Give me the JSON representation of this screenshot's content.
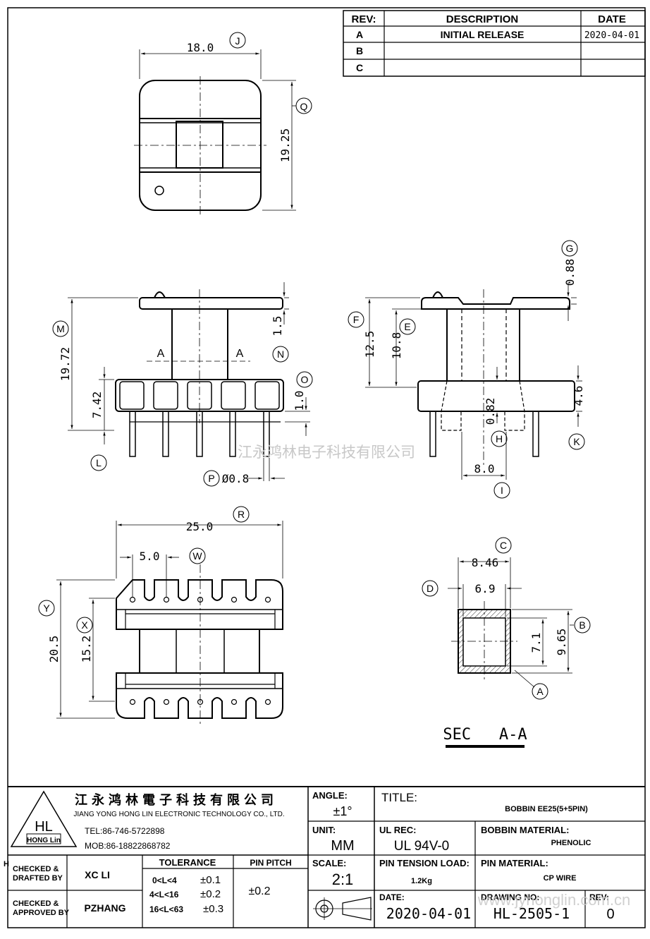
{
  "revision_table": {
    "headers": {
      "rev": "REV:",
      "description": "DESCRIPTION",
      "date": "DATE"
    },
    "rows": [
      {
        "rev": "A",
        "description": "INITIAL  RELEASE",
        "date": "2020-04-01"
      },
      {
        "rev": "B",
        "description": "",
        "date": ""
      },
      {
        "rev": "C",
        "description": "",
        "date": ""
      }
    ]
  },
  "dimensions": {
    "top_view": {
      "width": "18.0",
      "width_tag": "J",
      "height": "19.25",
      "height_tag": "Q"
    },
    "front_view": {
      "total_height": "19.72",
      "total_height_tag": "M",
      "flange_gap": "1.5",
      "flange_gap_tag": "N",
      "base_height": "7.42",
      "base_height_tag": "L",
      "pin_offset": "1.0",
      "pin_offset_tag": "O",
      "pin_dia": "Ø0.8",
      "pin_dia_tag": "P",
      "section_mark": "A"
    },
    "side_view": {
      "flange_thk": "0.88",
      "flange_thk_tag": "G",
      "overall": "12.5",
      "overall_tag": "F",
      "winding": "10.8",
      "winding_tag": "E",
      "wall": "0.82",
      "wall_tag": "H",
      "base": "4.6",
      "base_tag": "K",
      "width": "8.0",
      "width_tag": "I"
    },
    "bottom_view": {
      "length": "25.0",
      "length_tag": "R",
      "pitch": "5.0",
      "pitch_tag": "W",
      "overall": "20.5",
      "overall_tag": "Y",
      "inner": "15.2",
      "inner_tag": "X"
    },
    "section": {
      "outer_w": "8.46",
      "outer_w_tag": "C",
      "inner_w": "6.9",
      "inner_w_tag": "D",
      "inner_h": "7.1",
      "outer_h": "9.65",
      "outer_h_tag": "B",
      "tag_a": "A",
      "label": "SEC   A-A"
    }
  },
  "watermark": "江永鸿林电子科技有限公司",
  "title_block": {
    "company_cn": "江永鸿林電子科技有限公司",
    "company_en": "JIANG YONG HONG LIN ELECTRONIC TECHNOLOGY CO., LTD.",
    "logo_text": "HL",
    "logo_subtext": "HONG Lin",
    "tel": "TEL:86-746-5722898",
    "mob": "MOB:86-18822868782",
    "angle_label": "ANGLE:",
    "angle_value": "±1°",
    "unit_label": "UNIT:",
    "unit_value": "MM",
    "scale_label": "SCALE:",
    "scale_value": "2:1",
    "title_label": "TITLE:",
    "title_value": "BOBBIN EE25(5+5PIN)",
    "ul_label": "UL REC:",
    "ul_value": "UL 94V-0",
    "bobbin_material_label": "BOBBIN MATERIAL:",
    "bobbin_material_value": "PHENOLIC",
    "pin_tension_label": "PIN TENSION LOAD:",
    "pin_tension_value": "1.2Kg",
    "pin_material_label": "PIN MATERIAL:",
    "pin_material_value": "CP WIRE",
    "date_label": "DATE:",
    "date_value": "2020-04-01",
    "drawing_no_label": "DRAWING NO:",
    "drawing_no_value": "HL-2505-1",
    "rev_label": "REV:",
    "rev_value": "0",
    "checked_drafted_label_1": "CHECKED &",
    "checked_drafted_label_2": "DRAFTED BY",
    "checked_drafted_value": "XC LI",
    "checked_approved_label_1": "CHECKED &",
    "checked_approved_label_2": "APPROVED BY",
    "checked_approved_value": "PZHANG",
    "tolerance_label": "TOLERANCE",
    "tolerance_rows": [
      {
        "range": "0<L<4",
        "value": "±0.1"
      },
      {
        "range": "4<L<16",
        "value": "±0.2"
      },
      {
        "range": "16<L<63",
        "value": "±0.3"
      }
    ],
    "pin_pitch_label": "PIN PITCH",
    "pin_pitch_value": "±0.2",
    "side_mark": "H",
    "url_watermark": "www.jyhonglin.com.cn"
  }
}
